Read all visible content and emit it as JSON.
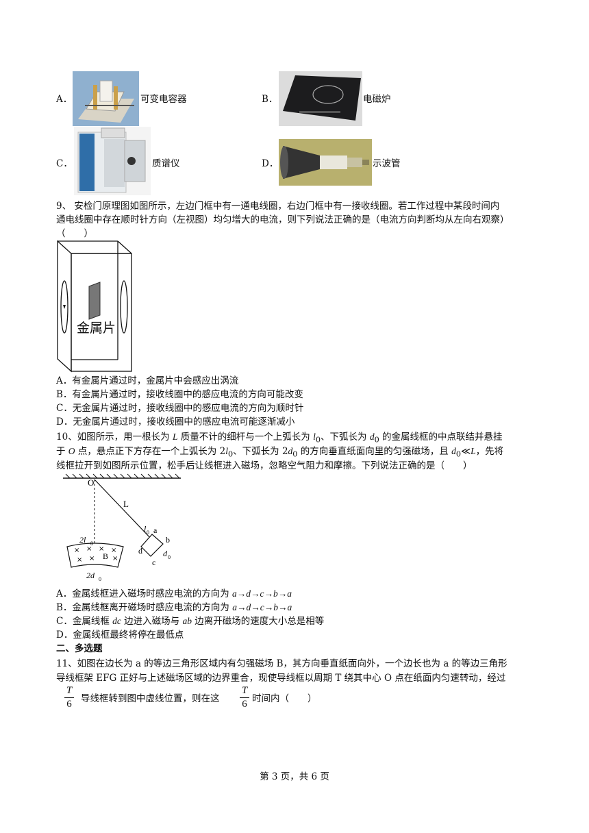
{
  "q8_options": [
    {
      "letter": "A．",
      "text": "可变电容器",
      "icon": "variable-capacitor-photo"
    },
    {
      "letter": "B．",
      "text": "电磁炉",
      "icon": "induction-cooker-photo"
    },
    {
      "letter": "C．",
      "text": "质谱仪",
      "icon": "mass-spectrometer-photo"
    },
    {
      "letter": "D．",
      "text": "示波管",
      "icon": "oscilloscope-tube-photo"
    }
  ],
  "q9": {
    "stem_line1": "9、 安检门原理图如图所示，左边门框中有一通电线圈，右边门框中有一接收线圈。若工作过程中某段时间内",
    "stem_line2": "通电线圈中存在顺时针方向（左视图）均匀增大的电流，则下列说法正确的是（电流方向判断均从左向右观察）",
    "blank": "（　　）",
    "figure_label": "金属片",
    "options": [
      "A．有金属片通过时，金属片中会感应出涡流",
      "B．有金属片通过时，接收线圈中的感应电流的方向可能改变",
      "C．无金属片通过时，接收线圈中的感应电流的方向为顺时针",
      "D．无金属片通过时，接收线圈中的感应电流可能逐渐减小"
    ]
  },
  "q10": {
    "stem_line1_a": "10、如图所示，用一根长为 ",
    "L": "L",
    "stem_line1_b": " 质量不计的细杆与一个上弧长为 ",
    "l0": "l",
    "sub0": "0",
    "stem_line1_c": "、下弧长为 ",
    "d0": "d",
    "stem_line1_d": " 的金属线框的中点联结并悬挂",
    "stem_line2_a": "于 ",
    "O": "O",
    "stem_line2_b": " 点，悬点正下方存在一个上弧长为 2",
    "stem_line2_c": "、下弧长为 2",
    "stem_line2_d": " 的方向垂直纸面向里的匀强磁场，且 ",
    "ll": "≪",
    "stem_line2_e": "，先将",
    "stem_line3": "线框拉开到如图所示位置，松手后让线框进入磁场，忽略空气阻力和摩擦。下列说法正确的是（　　）",
    "fig": {
      "O": "O",
      "L": "L",
      "l0": "l",
      "a": "a",
      "b": "b",
      "c": "c",
      "d": "d",
      "d0": "d",
      "two_l0": "2l",
      "two_d0": "2d",
      "B": "B",
      "sub": "0"
    },
    "options": [
      {
        "text": "A．金属线框进入磁场时感应电流的方向为 ",
        "math": "a→d→c→b→a"
      },
      {
        "text": "B．金属线框离开磁场时感应电流的方向为 ",
        "math": "a→d→c→b→a"
      },
      {
        "text": "C．金属线框 ",
        "m1": "dc",
        "mid": " 边进入磁场与 ",
        "m2": "ab",
        "end": " 边离开磁场的速度大小总是相等"
      },
      {
        "text": "D．金属线框最终将停在最低点"
      }
    ]
  },
  "section2": "二、多选题",
  "q11": {
    "line1": "11、如图在边长为 a 的等边三角形区域内有匀强磁场 B，其方向垂直纸面向外，一个边长也为 a 的等边三角形",
    "line2": "导线框架 EFG 正好与上述磁场区域的边界重合，现使导线框以周期 T 绕其中心 O 点在纸面内匀速转动，经过",
    "frac_num": "T",
    "frac_den": "6",
    "line3_a": "导线框转到图中虚线位置，则在这",
    "line3_b": "时间内（　　）"
  },
  "footer": "第 3 页，共 6 页"
}
